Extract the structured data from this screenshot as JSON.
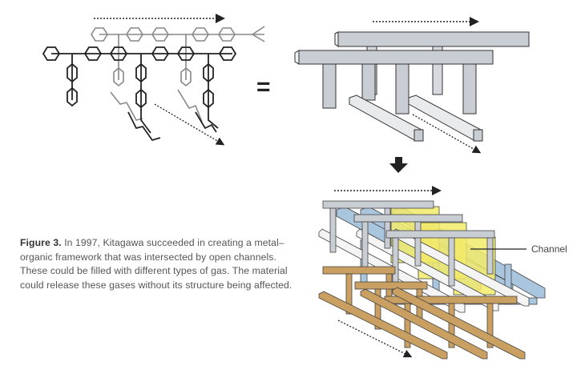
{
  "caption": {
    "figure_label": "Figure 3.",
    "text": " In 1997, Kitagawa succeeded in creating a metal–organic framework that was intersected by open channels. These could be filled with different types of gas. The material could release these gases without its structure being affected."
  },
  "labels": {
    "channel": "Channel",
    "equals": "="
  },
  "colors": {
    "grey_beam": "#c9ced4",
    "blue_beam": "#a9c6de",
    "white_beam": "#f2f2f2",
    "brown_beam": "#c9a062",
    "channel_yellow": "#f2ea6a",
    "outline": "#333333"
  },
  "icons": {
    "down_arrow": "down-arrow-icon",
    "direction_arrow": "dotted-arrow-icon"
  }
}
